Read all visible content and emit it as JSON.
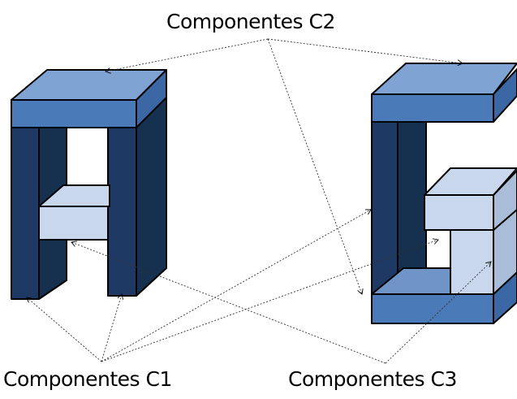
{
  "labels": {
    "c2": "Componentes C2",
    "c1": "Componentes C1",
    "c3": "Componentes C3"
  },
  "colors": {
    "light_face": "#c9d7ec",
    "mid_face": "#6f95c8",
    "top_face": "#7fa3d2",
    "side_dark": "#1e3a64",
    "side_darker": "#16304f",
    "front_blue": "#4a7ab8",
    "outline": "#000000"
  }
}
